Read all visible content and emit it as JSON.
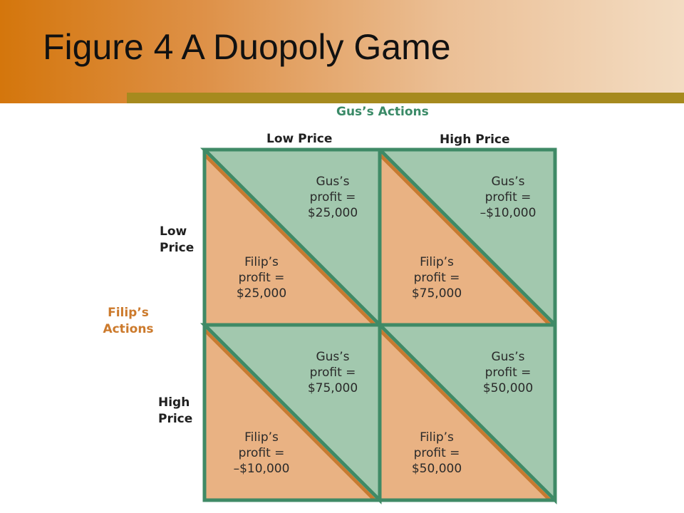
{
  "title": "Figure 4 A Duopoly Game",
  "column_player": "Gus’s Actions",
  "row_player": [
    "Filip’s",
    "Actions"
  ],
  "columns": [
    "Low Price",
    "High Price"
  ],
  "rows": [
    [
      "Low",
      "Price"
    ],
    [
      "High",
      "Price"
    ]
  ],
  "colors": {
    "gus_fill": "#a2c8ae",
    "gus_border": "#3f8a66",
    "filip_fill": "#e9b283",
    "filip_border": "#c77a30"
  },
  "cells": [
    [
      {
        "gus": [
          "Gus’s",
          "profit =",
          "$25,000"
        ],
        "filip": [
          "Filip’s",
          "profit =",
          "$25,000"
        ]
      },
      {
        "gus": [
          "Gus’s",
          "profit =",
          "–$10,000"
        ],
        "filip": [
          "Filip’s",
          "profit =",
          "$75,000"
        ]
      }
    ],
    [
      {
        "gus": [
          "Gus’s",
          "profit =",
          "$75,000"
        ],
        "filip": [
          "Filip’s",
          "profit =",
          "–$10,000"
        ]
      },
      {
        "gus": [
          "Gus’s",
          "profit =",
          "$50,000"
        ],
        "filip": [
          "Filip’s",
          "profit =",
          "$50,000"
        ]
      }
    ]
  ]
}
